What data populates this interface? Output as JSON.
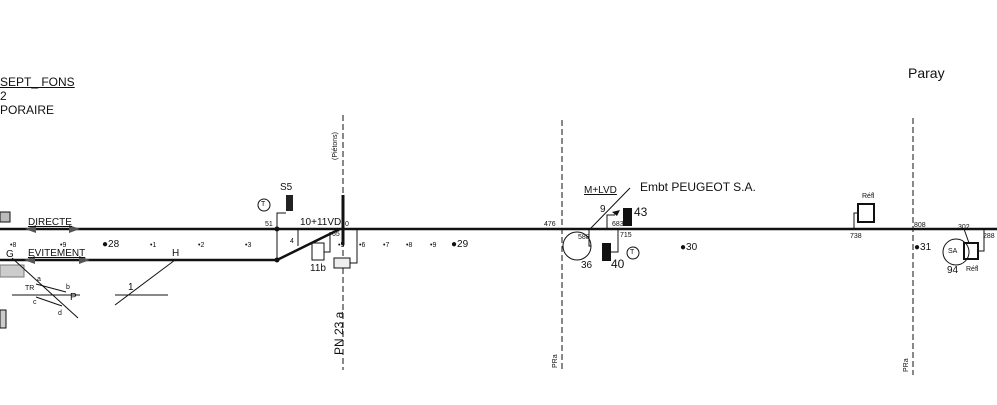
{
  "header": {
    "line1": "SEPT_ FONS",
    "line2": "2",
    "line3": "PORAIRE",
    "destination": "Paray"
  },
  "tracks": {
    "main": "DIRECTE",
    "siding": "EVITEMENT"
  },
  "crossings": {
    "pedestrians": "(Piétons)",
    "level_crossing": "PN 23 a",
    "pra_1": "PRa",
    "pra_2": "PRa"
  },
  "left_switch": {
    "g": "G",
    "h": "H",
    "one": "1",
    "tr": "TR",
    "a": "a",
    "b": "b",
    "c": "c",
    "d": "d",
    "p": "P"
  },
  "markers": [
    "8",
    "9",
    "28",
    "1",
    "2",
    "3",
    "5",
    "6",
    "7",
    "8",
    "9",
    "29",
    "30",
    "31"
  ],
  "signals": {
    "s5": "S5",
    "t1": "T",
    "km51": "51",
    "switch_10_11": "10+11VD",
    "four": "4",
    "s11b": "11b",
    "km65": "65",
    "km0": "0",
    "km476": "476",
    "m_lvd": "M+LVD",
    "siding_name": "Embt PEUGEOT S.A.",
    "nine": "9",
    "s43": "43",
    "km683": "683",
    "km715": "715",
    "s40": "40",
    "t2": "T",
    "s36": "36",
    "km588": "588",
    "refl1": "Réfl",
    "km738": "738",
    "km808": "808",
    "km302": "302",
    "km288": "288",
    "s94": "94",
    "refl2": "Réfl",
    "sa": "SA"
  }
}
